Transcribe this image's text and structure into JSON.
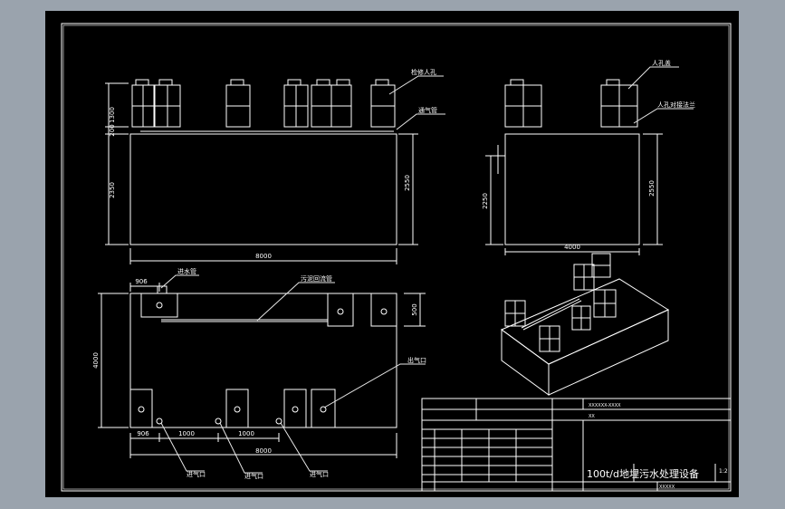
{
  "colors": {
    "background": "#9aa3ad",
    "sheet": "#000000",
    "lines": "#ffffff",
    "leaders": "#e6e6e6"
  },
  "dims": {
    "front_heights": [
      "1300",
      "200",
      "2350",
      "2550"
    ],
    "front_width": "8000",
    "side_heights": [
      "2250",
      "2550"
    ],
    "side_width": "4000",
    "plan_left_offset": "906",
    "plan_right_offset": "500",
    "plan_depth": "4000",
    "plan_bottom_1": "906",
    "plan_bottom_2": "1000",
    "plan_bottom_3": "1000",
    "plan_bottom_total": "8000"
  },
  "labels": {
    "inspection_hole": "检修人孔",
    "vent_pipe": "通气管",
    "manhole_cover": "人孔盖",
    "manhole_flange": "人孔对接法兰",
    "inlet_pipe": "进水管",
    "sludge_return_pipe": "污泥回流管",
    "outlet_upper": "出气口",
    "outlet_1": "进气口",
    "outlet_2": "进气口",
    "outlet_3": "进气口"
  },
  "title_block": {
    "title": "100t/d地埋污水处理设备",
    "sheet_no": "1:2",
    "code_text": "XXXXXX-XXXX",
    "date_label": "XXXXX",
    "small_label": "XX"
  }
}
